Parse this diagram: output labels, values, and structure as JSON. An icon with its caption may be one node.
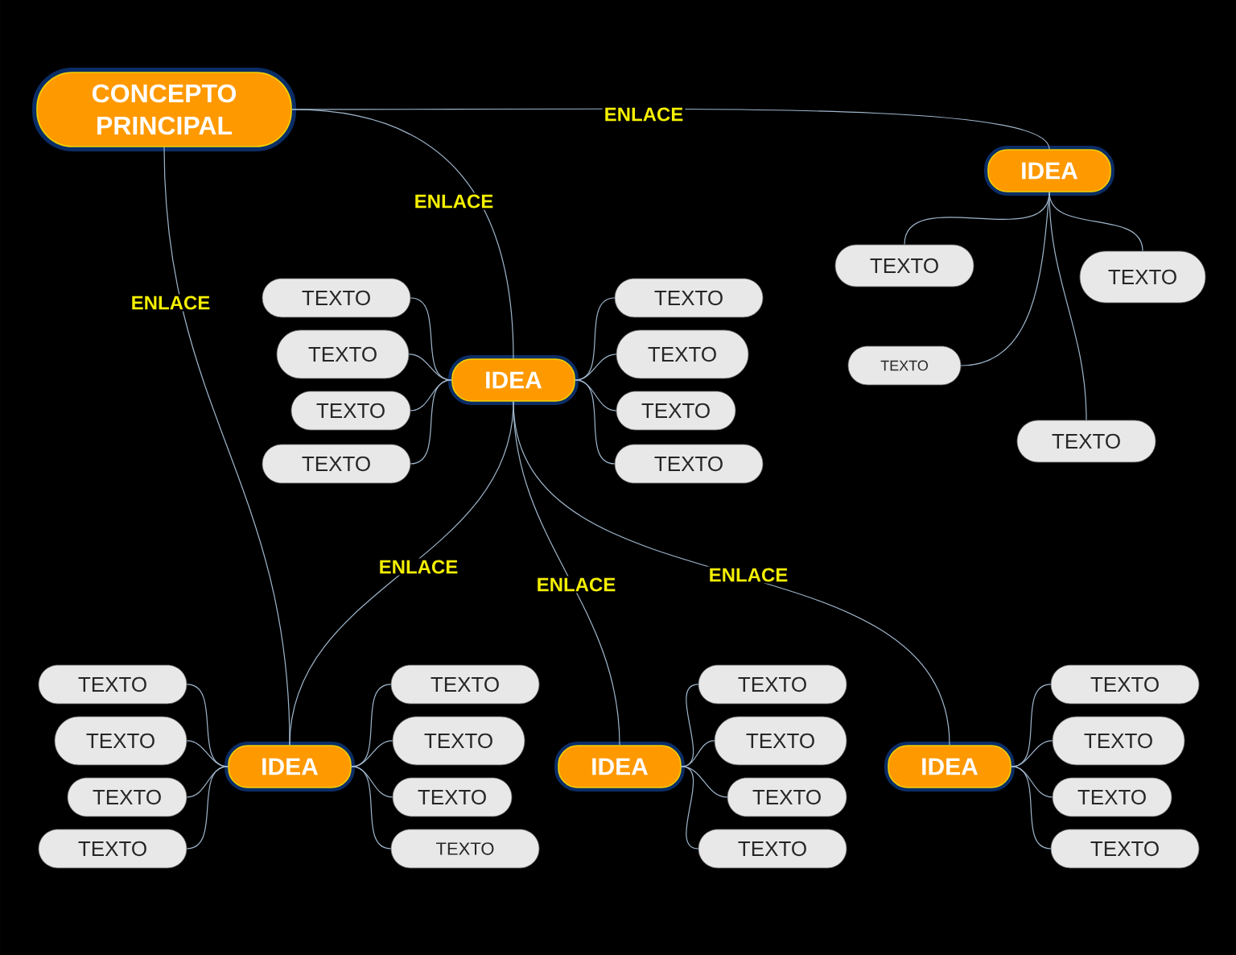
{
  "diagram": {
    "nodes": [
      {
        "text": [
          "CONCEPTO PRINCIPAL"
        ]
      },
      {
        "text": [
          "IDEA"
        ]
      },
      {
        "text": [
          "TEXTO"
        ]
      },
      {
        "text": [
          "TEXTO"
        ]
      },
      {
        "text": [
          "TEXTO"
        ]
      },
      {
        "text": [
          "TEXTO"
        ]
      },
      {
        "text": [
          "IDEA"
        ]
      },
      {
        "text": [
          "TEXTO"
        ]
      },
      {
        "text": [
          "TEXTO"
        ]
      },
      {
        "text": [
          "TEXTO"
        ]
      },
      {
        "text": [
          "TEXTO"
        ]
      },
      {
        "text": [
          "TEXTO"
        ]
      },
      {
        "text": [
          "TEXTO"
        ]
      },
      {
        "text": [
          "TEXTO"
        ]
      },
      {
        "text": [
          "TEXTO"
        ]
      },
      {
        "text": [
          "IDEA"
        ]
      },
      {
        "text": [
          "TEXTO"
        ]
      },
      {
        "text": [
          "TEXTO"
        ]
      },
      {
        "text": [
          "TEXTO"
        ]
      },
      {
        "text": [
          "TEXTO"
        ]
      },
      {
        "text": [
          "TEXTO"
        ]
      },
      {
        "text": [
          "TEXTO"
        ]
      },
      {
        "text": [
          "TEXTO"
        ]
      },
      {
        "text": [
          "TEXTO"
        ]
      },
      {
        "text": [
          "IDEA"
        ]
      },
      {
        "text": [
          "TEXTO"
        ]
      },
      {
        "text": [
          "TEXTO"
        ]
      },
      {
        "text": [
          "TEXTO"
        ]
      },
      {
        "text": [
          "TEXTO"
        ]
      },
      {
        "text": [
          "IDEA"
        ]
      },
      {
        "text": [
          "TEXTO"
        ]
      },
      {
        "text": [
          "TEXTO"
        ]
      },
      {
        "text": [
          "TEXTO"
        ]
      },
      {
        "text": [
          "TEXTO"
        ]
      }
    ],
    "edges": [
      {
        "from": 0,
        "to": 1,
        "arrow": "none",
        "label": "ENLACE"
      },
      {
        "from": 0,
        "to": 6,
        "arrow": "none",
        "label": "ENLACE"
      },
      {
        "from": 0,
        "to": 15,
        "arrow": "none",
        "label": "ENLACE"
      },
      {
        "from": 1,
        "to": 2,
        "arrow": "none"
      },
      {
        "from": 1,
        "to": 3,
        "arrow": "none"
      },
      {
        "from": 1,
        "to": 4,
        "arrow": "none"
      },
      {
        "from": 1,
        "to": 5,
        "arrow": "none"
      },
      {
        "from": 6,
        "to": 7,
        "arrow": "none"
      },
      {
        "from": 6,
        "to": 8,
        "arrow": "none"
      },
      {
        "from": 6,
        "to": 9,
        "arrow": "none"
      },
      {
        "from": 6,
        "to": 10,
        "arrow": "none"
      },
      {
        "from": 6,
        "to": 11,
        "arrow": "none"
      },
      {
        "from": 6,
        "to": 12,
        "arrow": "none"
      },
      {
        "from": 6,
        "to": 13,
        "arrow": "none"
      },
      {
        "from": 6,
        "to": 14,
        "arrow": "none"
      },
      {
        "from": 6,
        "to": 15,
        "arrow": "none",
        "label": "ENLACE"
      },
      {
        "from": 6,
        "to": 24,
        "arrow": "none",
        "label": "ENLACE"
      },
      {
        "from": 6,
        "to": 29,
        "arrow": "none",
        "label": "ENLACE"
      },
      {
        "from": 15,
        "to": 16,
        "arrow": "none"
      },
      {
        "from": 15,
        "to": 17,
        "arrow": "none"
      },
      {
        "from": 15,
        "to": 18,
        "arrow": "none"
      },
      {
        "from": 15,
        "to": 19,
        "arrow": "none"
      },
      {
        "from": 15,
        "to": 20,
        "arrow": "none"
      },
      {
        "from": 15,
        "to": 21,
        "arrow": "none"
      },
      {
        "from": 15,
        "to": 22,
        "arrow": "none"
      },
      {
        "from": 15,
        "to": 23,
        "arrow": "none"
      },
      {
        "from": 24,
        "to": 25,
        "arrow": "none"
      },
      {
        "from": 24,
        "to": 26,
        "arrow": "none"
      },
      {
        "from": 24,
        "to": 27,
        "arrow": "none"
      },
      {
        "from": 24,
        "to": 28,
        "arrow": "none"
      },
      {
        "from": 29,
        "to": 30,
        "arrow": "none"
      },
      {
        "from": 29,
        "to": 31,
        "arrow": "none"
      },
      {
        "from": 29,
        "to": 32,
        "arrow": "none"
      },
      {
        "from": 29,
        "to": 33,
        "arrow": "none"
      }
    ]
  }
}
